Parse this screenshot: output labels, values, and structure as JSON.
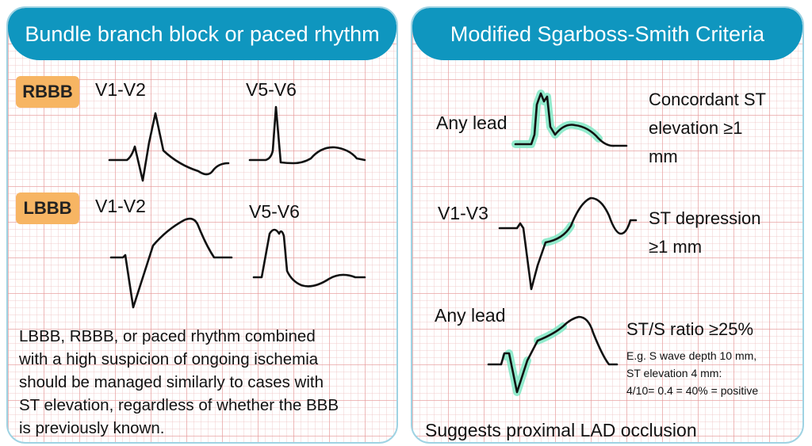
{
  "left_panel": {
    "title": "Bundle branch block or paced rhythm",
    "rbbb": {
      "badge": "RBBB",
      "lead1": "V1-V2",
      "lead2": "V5-V6"
    },
    "lbbb": {
      "badge": "LBBB",
      "lead1": "V1-V2",
      "lead2": "V5-V6"
    },
    "note_lines": [
      "LBBB, RBBB, or paced rhythm combined",
      "with a high suspicion of ongoing ischemia",
      "should be managed similarly to cases with",
      "ST elevation, regardless of whether the BBB",
      "is previously known."
    ]
  },
  "right_panel": {
    "title": "Modified Sgarboss-Smith Criteria",
    "criteria": [
      {
        "lead": "Any lead",
        "lines": [
          "Concordant ST",
          "elevation ≥1",
          "mm"
        ]
      },
      {
        "lead": "V1-V3",
        "lines": [
          "ST depression",
          "≥1 mm"
        ]
      },
      {
        "lead": "Any lead",
        "lines": [
          "ST/S ratio ≥25%"
        ],
        "example": [
          "E.g. S wave depth 10 mm,",
          "ST elevation 4 mm:",
          "4/10= 0.4 = 40% = positive"
        ]
      }
    ],
    "footer": "Suggests proximal LAD occlusion"
  },
  "colors": {
    "header": "#0f96bf",
    "badge": "#f7b563",
    "highlight": "#7fe8c4",
    "border": "#9fd3e3"
  }
}
